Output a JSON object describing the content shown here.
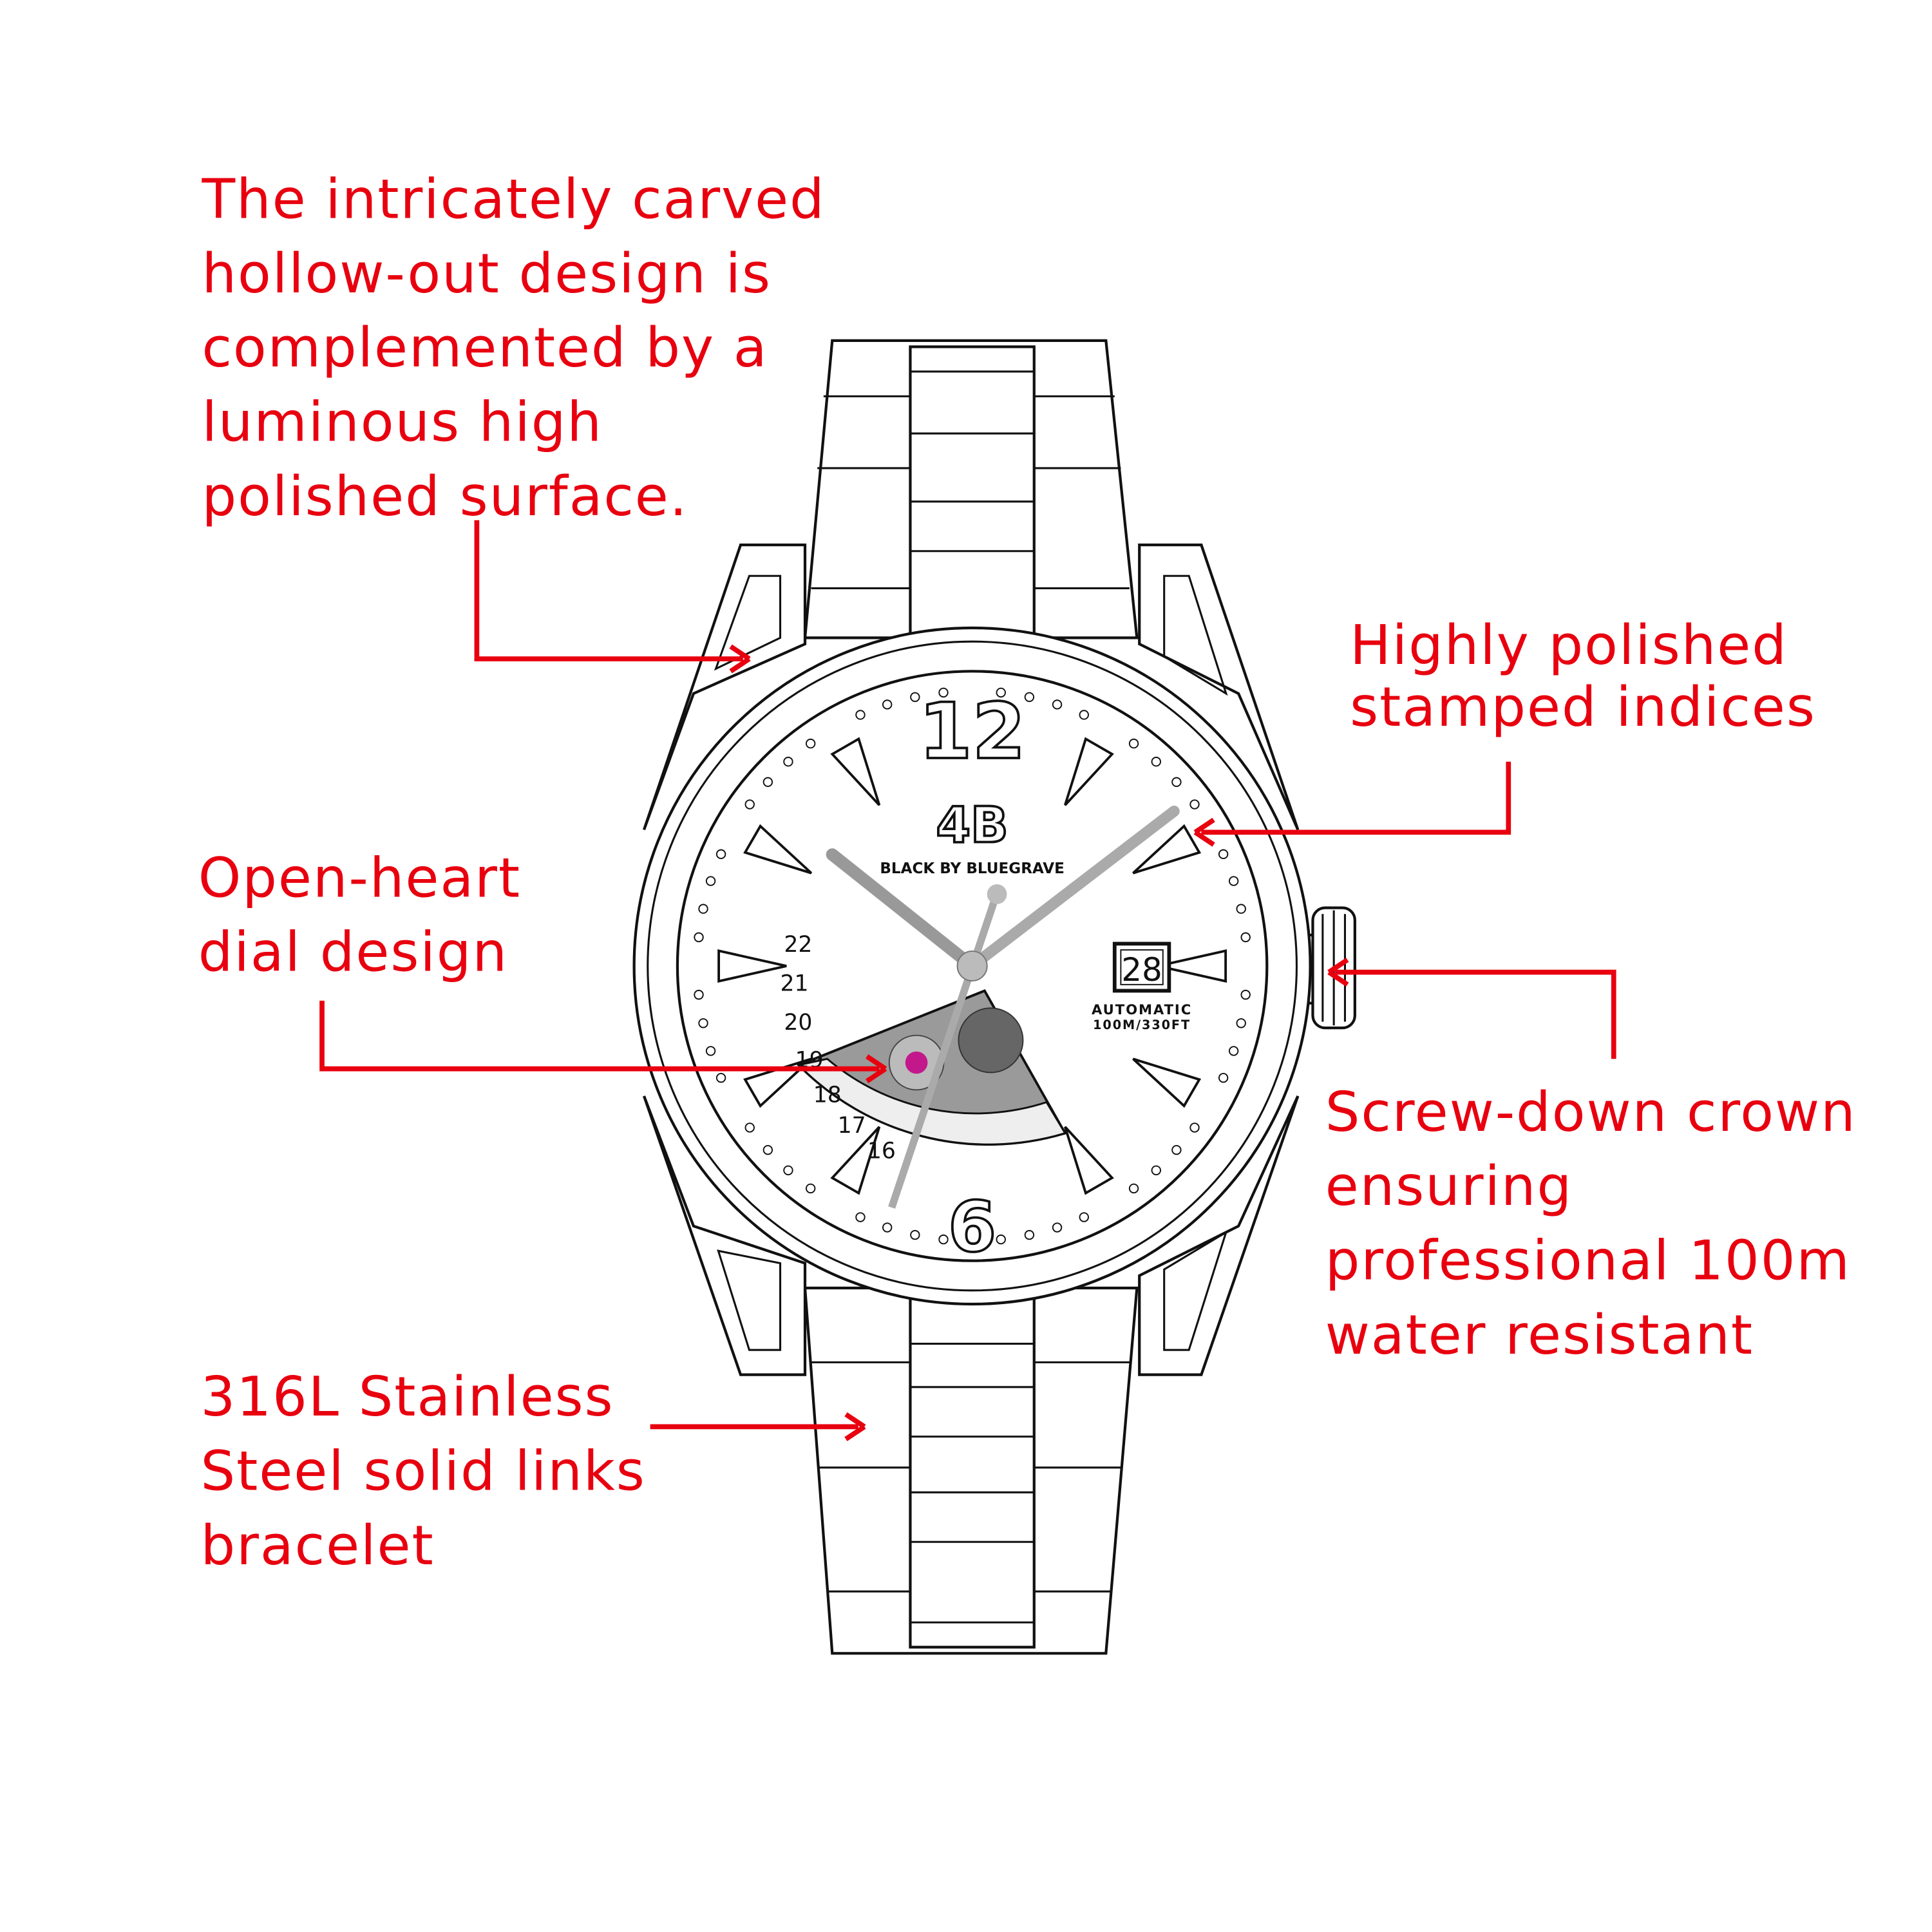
{
  "colors": {
    "annotation": "#e8000f",
    "outline": "#111111",
    "dial": "#ffffff",
    "movement": "#9a9a9a"
  },
  "annotations": [
    {
      "id": "hollow-out",
      "lines": [
        "The intricately carved",
        "hollow-out design is",
        "complemented by a",
        "luminous high",
        "polished surface."
      ]
    },
    {
      "id": "indices",
      "lines": [
        "Highly polished",
        "stamped indices"
      ]
    },
    {
      "id": "open-heart",
      "lines": [
        "Open-heart",
        "dial design"
      ]
    },
    {
      "id": "crown",
      "lines": [
        "Screw-down crown",
        "ensuring",
        "professional 100m",
        "water resistant"
      ]
    },
    {
      "id": "bracelet",
      "lines": [
        "316L Stainless",
        "Steel solid links",
        "bracelet"
      ]
    }
  ],
  "dial": {
    "logo": "4B",
    "brand": "BLACK BY BLUEGRAVE",
    "date": "28",
    "movement_label": "AUTOMATIC",
    "depth_rating": "100M/330FT",
    "numerals": [
      "12",
      "6"
    ],
    "date_wheel": [
      "16",
      "17",
      "18",
      "19",
      "20",
      "21",
      "22"
    ]
  }
}
